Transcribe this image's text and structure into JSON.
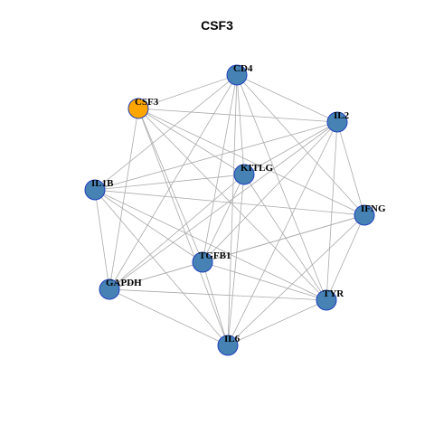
{
  "title": "CSF3",
  "colors": {
    "node_default": "#4682B4",
    "node_highlight": "#FFA500",
    "node_border": "#1F3FBF",
    "edge": "#AAAAAA"
  },
  "highlight_node": "CSF3",
  "nodes": [
    {
      "id": "CD4",
      "label": "CD4"
    },
    {
      "id": "CSF3",
      "label": "CSF3"
    },
    {
      "id": "IL2",
      "label": "IL2"
    },
    {
      "id": "KITLG",
      "label": "KITLG"
    },
    {
      "id": "IL1B",
      "label": "IL1B"
    },
    {
      "id": "IFNG",
      "label": "IFNG"
    },
    {
      "id": "TGFB1",
      "label": "TGFB1"
    },
    {
      "id": "GAPDH",
      "label": "GAPDH"
    },
    {
      "id": "TYR",
      "label": "TYR"
    },
    {
      "id": "IL6",
      "label": "IL6"
    }
  ],
  "edges": [
    [
      "CD4",
      "CSF3"
    ],
    [
      "CD4",
      "IL2"
    ],
    [
      "CD4",
      "KITLG"
    ],
    [
      "CD4",
      "IL1B"
    ],
    [
      "CD4",
      "IFNG"
    ],
    [
      "CD4",
      "TGFB1"
    ],
    [
      "CD4",
      "GAPDH"
    ],
    [
      "CD4",
      "TYR"
    ],
    [
      "CD4",
      "IL6"
    ],
    [
      "CSF3",
      "IL2"
    ],
    [
      "CSF3",
      "KITLG"
    ],
    [
      "CSF3",
      "IFNG"
    ],
    [
      "CSF3",
      "TGFB1"
    ],
    [
      "CSF3",
      "GAPDH"
    ],
    [
      "CSF3",
      "TYR"
    ],
    [
      "CSF3",
      "IL6"
    ],
    [
      "IL2",
      "KITLG"
    ],
    [
      "IL2",
      "IL1B"
    ],
    [
      "IL2",
      "TGFB1"
    ],
    [
      "IL2",
      "GAPDH"
    ],
    [
      "IL2",
      "TYR"
    ],
    [
      "IL2",
      "IL6"
    ],
    [
      "IL2",
      "IFNG"
    ],
    [
      "KITLG",
      "IL1B"
    ],
    [
      "KITLG",
      "TGFB1"
    ],
    [
      "KITLG",
      "GAPDH"
    ],
    [
      "KITLG",
      "IL6"
    ],
    [
      "KITLG",
      "TYR"
    ],
    [
      "IL1B",
      "IFNG"
    ],
    [
      "IL1B",
      "TGFB1"
    ],
    [
      "IL1B",
      "GAPDH"
    ],
    [
      "IL1B",
      "TYR"
    ],
    [
      "IL1B",
      "IL6"
    ],
    [
      "IFNG",
      "TGFB1"
    ],
    [
      "IFNG",
      "GAPDH"
    ],
    [
      "IFNG",
      "TYR"
    ],
    [
      "IFNG",
      "IL6"
    ],
    [
      "TGFB1",
      "GAPDH"
    ],
    [
      "TGFB1",
      "TYR"
    ],
    [
      "TGFB1",
      "IL6"
    ],
    [
      "GAPDH",
      "TYR"
    ],
    [
      "GAPDH",
      "IL6"
    ],
    [
      "TYR",
      "IL6"
    ]
  ]
}
